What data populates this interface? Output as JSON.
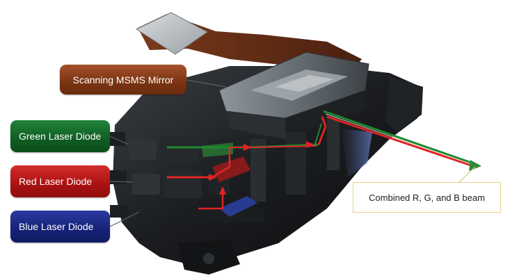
{
  "labels": {
    "mirror": "Scanning MSMS Mirror",
    "green": "Green Laser Diode",
    "red": "Red Laser Diode",
    "blue": "Blue Laser Diode",
    "beam": "Combined R, G, and B beam"
  },
  "colors": {
    "mirror_label": "#7a3412",
    "green_label": "#0f5d23",
    "red_label": "#a91212",
    "blue_label": "#152177",
    "green_beam": "#1d8a2e",
    "red_beam": "#e02424",
    "blue_beam": "#2230a0",
    "housing": "#151719"
  },
  "icons": [
    "laser-projector-module-image"
  ]
}
